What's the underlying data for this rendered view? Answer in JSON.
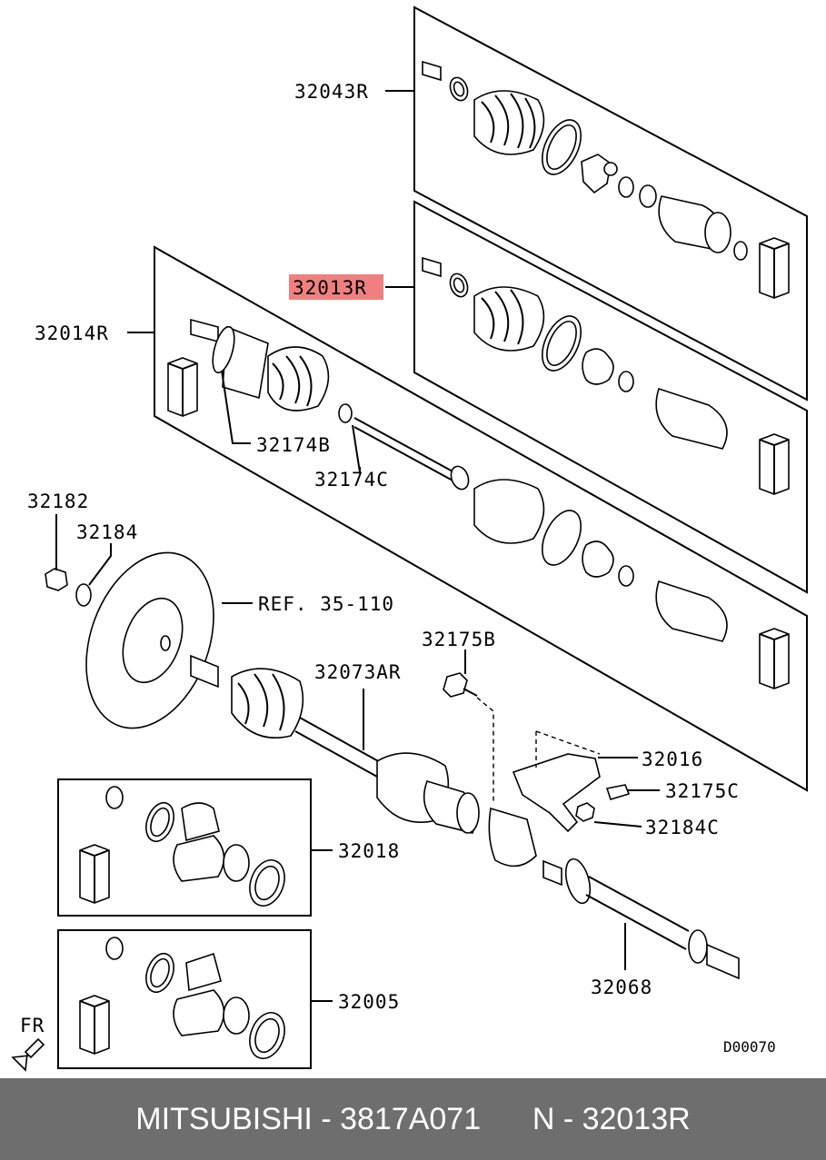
{
  "labels": {
    "p32043R": "32043R",
    "p32013R": "32013R",
    "p32014R": "32014R",
    "p32174B": "32174B",
    "p32174C": "32174C",
    "p32182": "32182",
    "p32184": "32184",
    "ref": "REF. 35-110",
    "p32175B": "32175B",
    "p32073AR": "32073AR",
    "p32016": "32016",
    "p32175C": "32175C",
    "p32184C": "32184C",
    "p32018": "32018",
    "p32005": "32005",
    "p32068": "32068",
    "fr": "FR",
    "diagram_id": "D00070"
  },
  "highlight_color": "#f08080",
  "footer": {
    "brand_part": "MITSUBISHI - 3817A071",
    "ref_part": "N - 32013R"
  }
}
